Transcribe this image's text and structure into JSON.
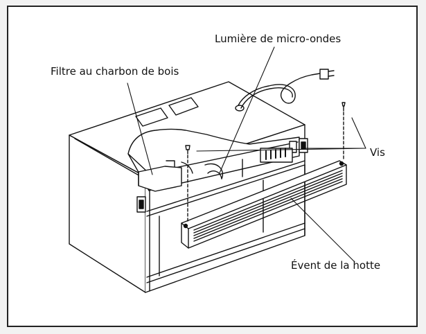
{
  "diagram": {
    "labels": {
      "microwave_light": "Lumière de micro-ondes",
      "charcoal_filter": "Filtre au charbon de bois",
      "screws": "Vis",
      "hood_vent": "Évent de la hotte"
    },
    "colors": {
      "line": "#111111",
      "background": "#ffffff",
      "frame": "#222222"
    }
  }
}
